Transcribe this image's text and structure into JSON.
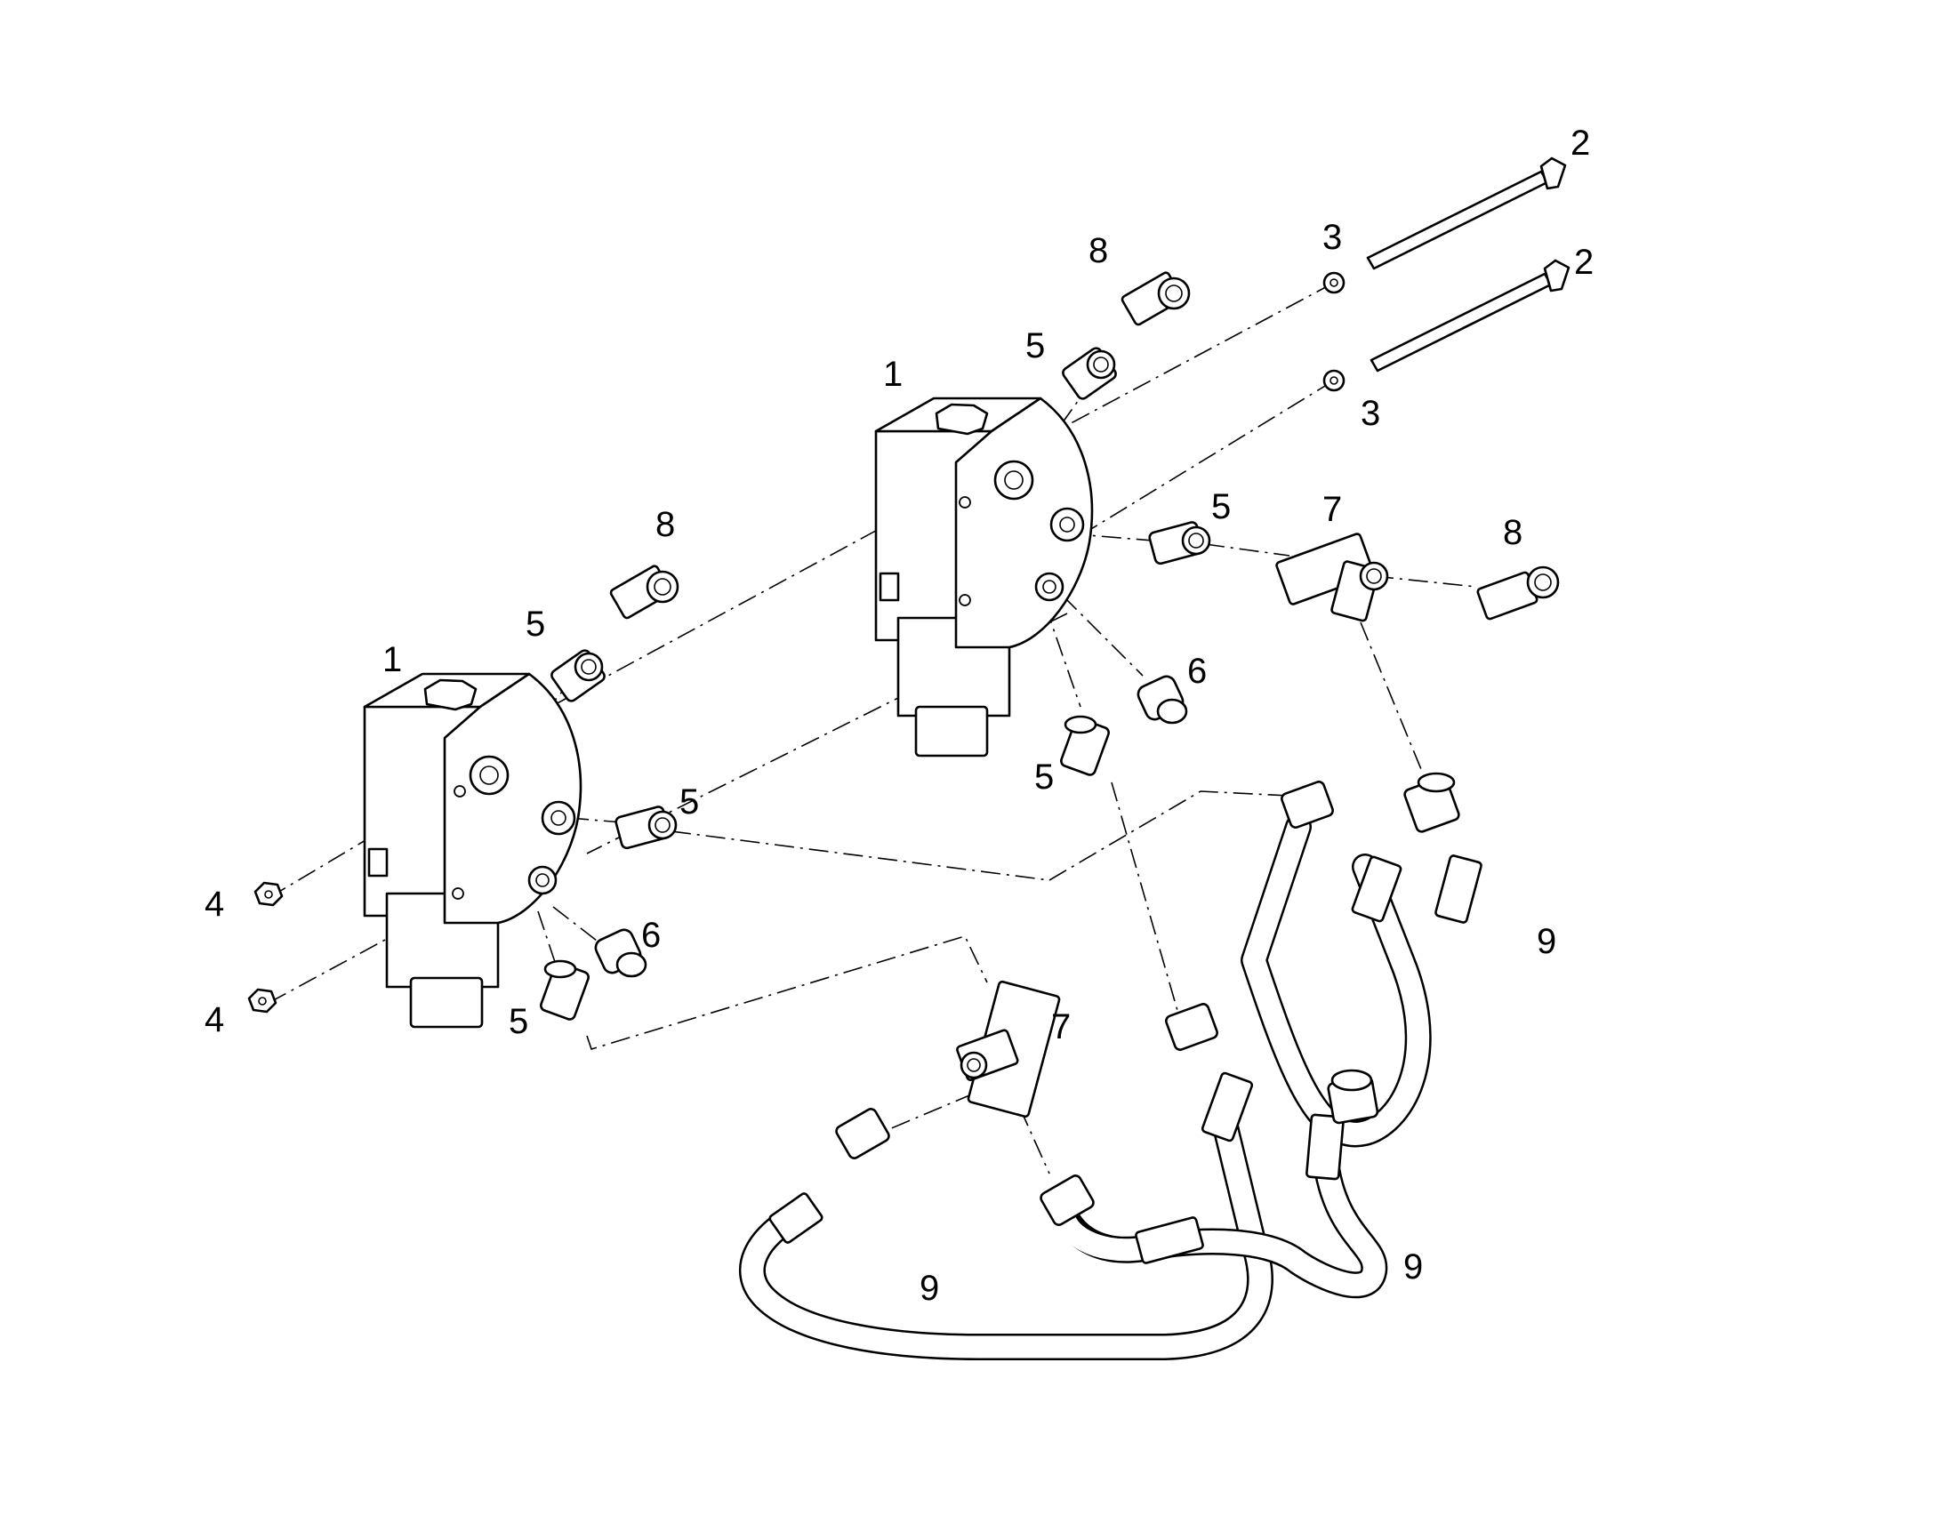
{
  "callouts": {
    "c1a": "1",
    "c1b": "1",
    "c2a": "2",
    "c2b": "2",
    "c3a": "3",
    "c3b": "3",
    "c4a": "4",
    "c4b": "4",
    "c5a": "5",
    "c5b": "5",
    "c5c": "5",
    "c5d": "5",
    "c5e": "5",
    "c5f": "5",
    "c6a": "6",
    "c6b": "6",
    "c7a": "7",
    "c7b": "7",
    "c8a": "8",
    "c8b": "8",
    "c8c": "8",
    "c9a": "9",
    "c9b": "9",
    "c9c": "9"
  }
}
